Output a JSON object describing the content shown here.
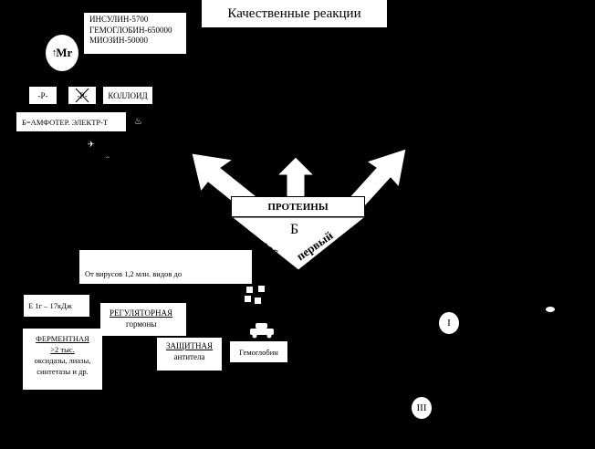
{
  "title": "Качественные реакции",
  "masses": [
    "ИНСУЛИН-5700",
    "ГЕМОГЛОБИН-650000",
    "МИОЗИН-50000"
  ],
  "mr_label": "Mr",
  "p_labels": [
    "-P-",
    "-P-"
  ],
  "colloid": "КОЛЛОИД",
  "ampho": "Б=АМФОТЕР. ЭЛЕКТР-Т",
  "proteins": "ПРОТЕИНЫ",
  "greek": {
    "letter": "Б",
    "word1": "protos",
    "word2": "первый"
  },
  "viruses": "От вирусов 1,2 млн. видов до",
  "energy": "E 1г – 17кДж",
  "regulatory": {
    "title": "РЕГУЛЯТОРНАЯ",
    "sub": "гормоны"
  },
  "enzymatic": {
    "title": "ФЕРМЕНТНАЯ",
    "count": ">2 тыс.",
    "examples1": "оксидазы, лиазы,",
    "examples2": "синтетазы и др."
  },
  "protective": {
    "title": "ЗАЩИТНАЯ",
    "sub": "антитела"
  },
  "hemoglobin": "Гемоглобин",
  "roman": [
    "I",
    "III"
  ],
  "colors": {
    "background": "#000000",
    "box": "#ffffff",
    "text": "#000000"
  }
}
